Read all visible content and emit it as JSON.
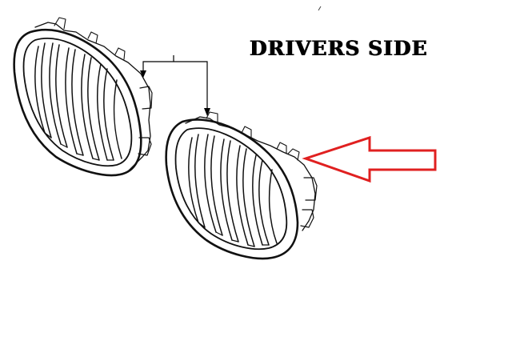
{
  "diagram": {
    "heading": "DRIVERS SIDE",
    "parts": [
      {
        "name": "left-kidney-grille"
      },
      {
        "name": "right-kidney-grille"
      }
    ],
    "pointer_arrow": {
      "color": "#e02020",
      "icon": "red-outline-arrow-left-icon"
    },
    "callout_color": "#000000"
  }
}
